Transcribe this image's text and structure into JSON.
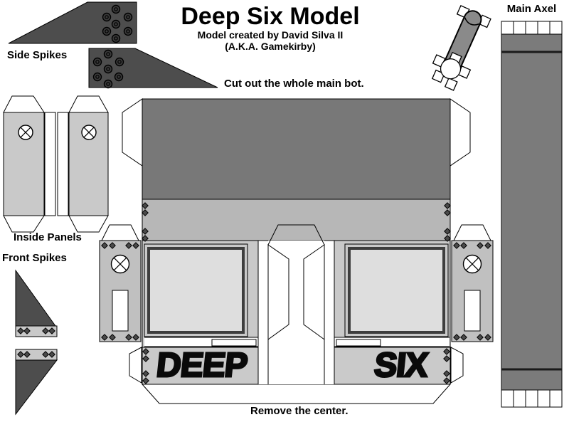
{
  "title": "Deep Six Model",
  "subtitle_line1": "Model created by David Silva II",
  "subtitle_line2": "(A.K.A. Gamekirby)",
  "labels": {
    "side_spikes": "Side Spikes",
    "inside_panels": "Inside Panels",
    "front_spikes": "Front Spikes",
    "main_axel": "Main Axel"
  },
  "instructions": {
    "cut_main_bot": "Cut out the whole main bot.",
    "remove_center": "Remove the center."
  },
  "bot_name": {
    "left": "DEEP",
    "right": "SIX"
  },
  "colors": {
    "background": "#ffffff",
    "outline": "#000000",
    "spike_dark_gray": "#4d4d4d",
    "bot_top_gray": "#787878",
    "axel_gray": "#7b7b7b",
    "mid_band_gray": "#b7b7b7",
    "side_panel_gray": "#c0c0c0",
    "body_gray": "#c9c9c9",
    "window_gray": "#dedede",
    "name_band_gray": "#cacaca",
    "letter_black": "#0a0a0a"
  }
}
